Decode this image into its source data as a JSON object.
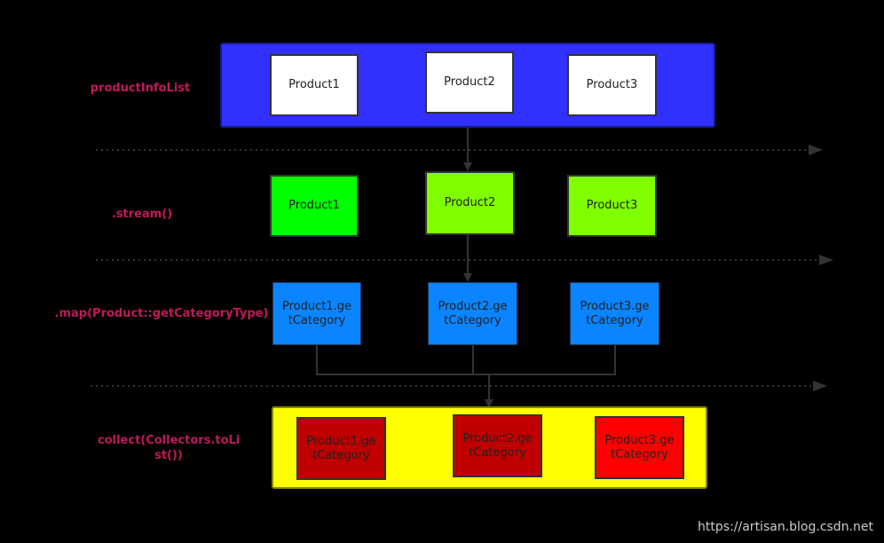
{
  "colors": {
    "background": "#000000",
    "label_text": "#c2185b",
    "list_container": "#3030ff",
    "collect_container": "#ffff00",
    "product_white": "#ffffff",
    "stream_green_1": "#00ff00",
    "stream_green_2": "#7fff00",
    "map_blue": "#0a84ff",
    "collect_red_dark": "#c00000",
    "collect_red_bright": "#ff0000",
    "connector_line": "#333333"
  },
  "stages": {
    "list": {
      "label": "productInfoList",
      "items": [
        "Product1",
        "Product2",
        "Product3"
      ]
    },
    "stream": {
      "label": ".stream()",
      "items": [
        "Product1",
        "Product2",
        "Product3"
      ]
    },
    "map": {
      "label": ".map(Product::getCategoryType)",
      "items": [
        "Product1.ge\ntCategory",
        "Product2.ge\ntCategory",
        "Product3.ge\ntCategory"
      ]
    },
    "collect": {
      "label": "collect(Collectors.toLi\nst())",
      "items": [
        "Product1.ge\ntCategory",
        "Product2.ge\ntCategory",
        "Product3.ge\ntCategory"
      ]
    }
  },
  "watermark": "https://artisan.blog.csdn.net"
}
